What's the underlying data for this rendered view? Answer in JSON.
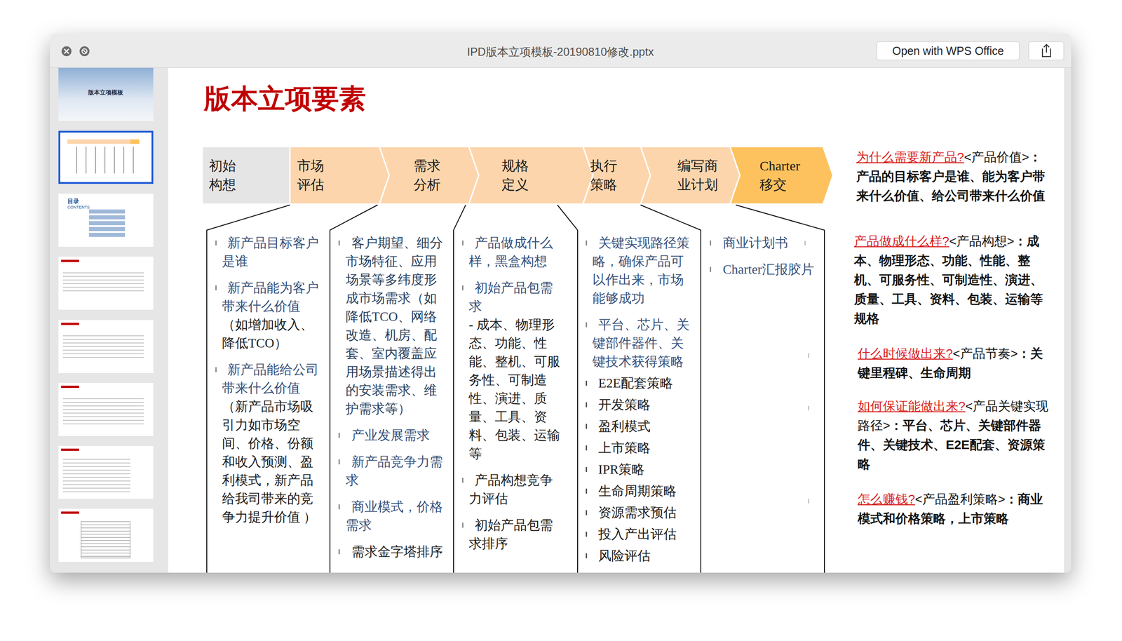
{
  "diagram": {
    "title": "版本立项要素",
    "nodes": [
      {
        "text": [
          "初始 构想"
        ]
      },
      {
        "text": [
          "市场 评估"
        ]
      },
      {
        "text": [
          "需求 分析"
        ]
      },
      {
        "text": [
          "规格 定义"
        ]
      },
      {
        "text": [
          "执行 策略"
        ]
      },
      {
        "text": [
          "编写商 业计划"
        ]
      },
      {
        "text": [
          "Charter 移交"
        ]
      },
      {
        "text": [
          "新产品目标客户是谁",
          "新产品能为客户带来什么价值",
          "（如增加收入、降低TCO）",
          "新产品能给公司带来什么价值",
          "（新产品市场吸引力如市场空间、价格、份额和收入预测、盈利模式，新产品给我司带来的竞争力提升价值 ）"
        ]
      },
      {
        "text": [
          "客户期望、细分市场特征、应用场景等多纬度形成市场需求（如降低TCO、网络改造、机房、配套、室内覆盖应用场景描述得出的安装需求、维护需求等）",
          "产业发展需求",
          "新产品竞争力需求",
          "商业模式，价格需求",
          "需求金字塔排序"
        ]
      },
      {
        "text": [
          "产品做成什么样，黑盒构想",
          "初始产品包需求",
          "- 成本、物理形态、功能、性能、整机、可服务性、可制造性、演进、质量、工具、资料、包装、运输等",
          "产品构想竞争力评估",
          "初始产品包需求排序"
        ]
      },
      {
        "text": [
          "关键实现路径策略，确保产品可以作出来，市场能够成功",
          "平台、芯片、关键部件器件、关键技术获得策略",
          "E2E配套策略",
          "开发策略",
          "盈利模式",
          "上市策略",
          "IPR策略",
          "生命周期策略",
          "资源需求预估",
          "投入产出评估",
          "风险评估"
        ]
      },
      {
        "text": [
          "商业计划书",
          "Charter汇报胶片"
        ]
      }
    ],
    "labels": [
      "IPD版本立项模板-20190810修改.pptx",
      "Open with WPS Office",
      "版本立项模板",
      "目录",
      "CONTENTS",
      "为什么需要新产品?",
      "<产品价值>",
      "：产品的目标客户是谁、能为客户带来什么价值、给公司带来什么价值",
      "产品做成什么样?",
      "<产品构想>",
      "：成本、物理形态、功能、性能、整机、可服务性、可制造性、演进、质量、工具、资料、包装、运输等规格",
      "什么时候做出来?",
      "<产品节奏>",
      "：关键里程碑、生命周期",
      "如何保证能做出来?",
      "<产品关键实现路径>",
      "：平台、芯片、关键部件器件、关键技术、E2E配套、资源策略",
      "怎么赚钱?",
      "<产品盈利策略>",
      "：商业模式和价格策略，上市策略"
    ]
  }
}
